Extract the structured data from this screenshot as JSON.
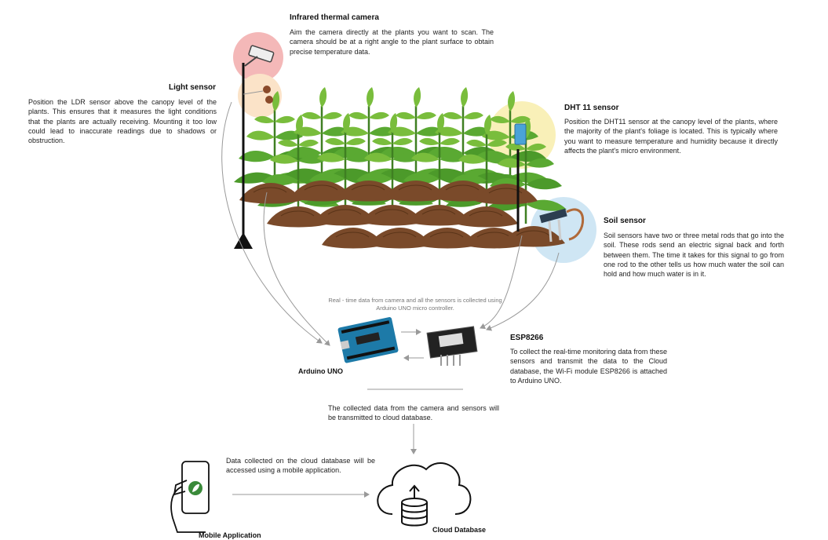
{
  "camera": {
    "title": "Infrared thermal camera",
    "desc": "Aim the camera directly at the plants you want to scan. The camera should be at a right angle to the plant surface to obtain precise temperature data."
  },
  "light": {
    "title": "Light sensor",
    "desc": "Position the LDR sensor above the canopy level of the plants. This ensures that it measures the light conditions that the plants are actually receiving. Mounting it too low could lead to inaccurate readings due to shadows or obstruction."
  },
  "dht": {
    "title": "DHT 11 sensor",
    "desc": "Position the DHT11 sensor at the canopy level of the plants, where the majority of the plant's foliage is located. This is typically where you want to measure temperature and humidity because it directly affects the plant's micro environment."
  },
  "soil": {
    "title": "Soil sensor",
    "desc": "Soil sensors have two or three metal rods that go into the soil. These rods send an electric signal back and forth between them. The time it takes for this signal to go from one rod to the other tells us how much water the soil can hold and how much water is in it."
  },
  "collect_note": "Real - time data from camera and all the sensors is collected using Arduino UNO micro controller.",
  "arduino": {
    "label": "Arduino UNO"
  },
  "esp": {
    "title": "ESP8266",
    "desc": "To collect the real-time monitoring data from these sensors and transmit the data to the Cloud database, the Wi-Fi module ESP8266 is attached to Arduino UNO."
  },
  "transmit_note": "The collected data from the camera and sensors will be transmitted to cloud database.",
  "mobile": {
    "label": "Mobile Application",
    "desc": "Data collected on the cloud database will be accessed using a mobile application."
  },
  "cloud": {
    "label": "Cloud Database"
  },
  "colors": {
    "camera_circle": "#f4b8b8",
    "light_circle": "#fbe3c8",
    "dht_circle": "#f9f0b8",
    "soil_circle": "#cfe6f4",
    "leaf": "#4c9a2a",
    "leaf_light": "#79bd3c",
    "soil": "#7a4a2a",
    "arrow": "#999999"
  }
}
